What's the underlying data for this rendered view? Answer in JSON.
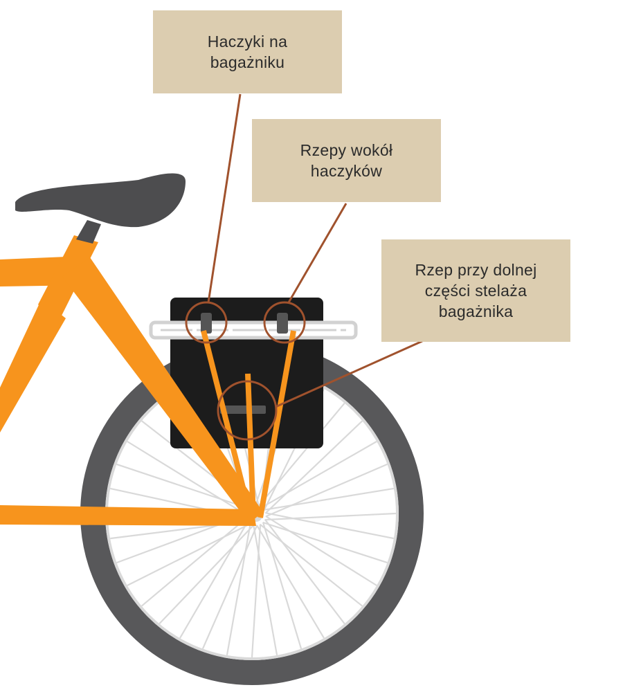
{
  "callouts": {
    "hooks": "Haczyki na\nbagażniku",
    "velcro_around_hooks": "Rzepy wokół\nhaczyków",
    "bottom_velcro": "Rzep przy dolnej\nczęści stelaża\nbagażnika"
  },
  "colors": {
    "frame": "#f7941d",
    "saddle": "#4d4d4f",
    "tire": "#58585a",
    "rim_and_spokes": "#d9d9d9",
    "rack": "#d2d2d2",
    "pannier": "#1c1c1c",
    "strap": "#555555",
    "leader_line": "#a0522d",
    "callout_bg": "#dccdb0",
    "text": "#2b2b2b"
  },
  "wheel": {
    "spoke_count": 36
  }
}
